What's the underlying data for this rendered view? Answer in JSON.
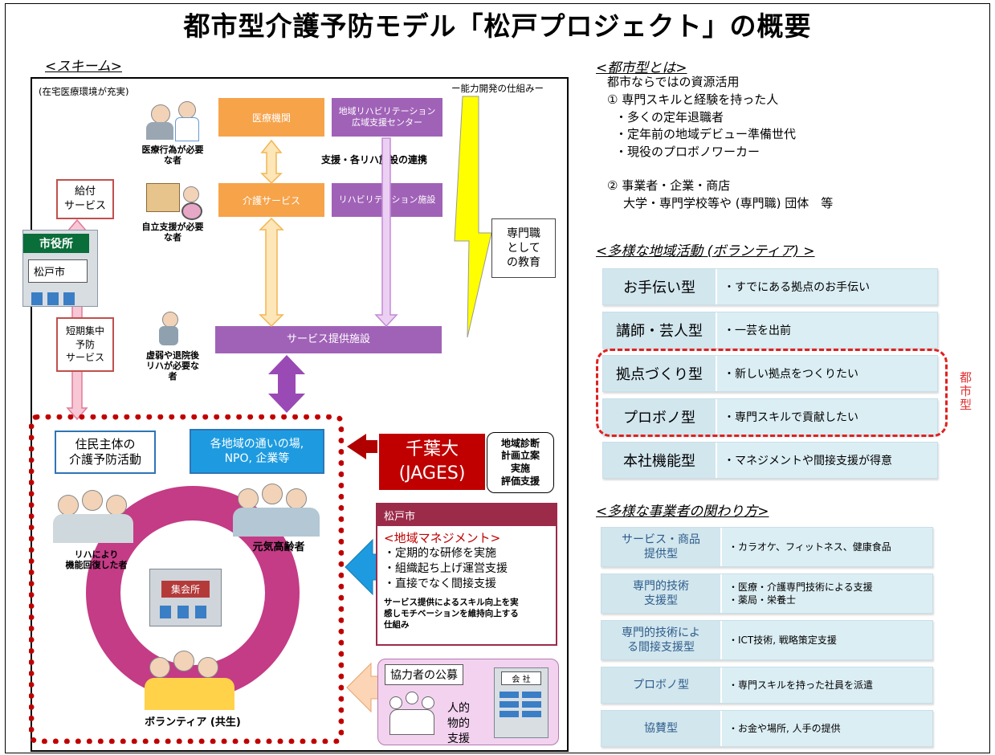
{
  "title": "都市型介護予防モデル「松戸プロジェクト」の概要",
  "scheme": {
    "heading": "<スキーム>",
    "medical_env": "(在宅医療環境が充実)",
    "capacity": "ー能力開発の仕組みー",
    "medical_inst": "医療機関",
    "rehab_center": "地域リハビリテーション\n広域支援センター",
    "support_link": "支援・各リハ施設の連携",
    "care_service": "介護サービス",
    "rehab_facility": "リハビリテーション施設",
    "service_facility": "サービス提供施設",
    "education": "専門職\nとして\nの教育",
    "benefit": "給付\nサービス",
    "short_term": "短期集中\n予防\nサービス",
    "city_hall_sign": "市役所",
    "city_name": "松戸市",
    "cap_medical": "医療行為が必要\nな者",
    "cap_independent": "自立支援が必要\nな者",
    "cap_frail": "虚弱や退院後\nリハが必要な\n者",
    "resident": "住民主体の\n介護予防活動",
    "places": "各地域の通いの場,\nNPO, 企業等",
    "chiba": "千葉大\n(JAGES)",
    "chiba_roles": "地域診断\n計画立案\n実施\n評価支援",
    "matsudo_header": "松戸市",
    "mgmt_title": "<地域マネジメント>",
    "mgmt_items": [
      "・定期的な研修を実施",
      "・組織起ち上げ運営支援",
      "・直接でなく間接支援"
    ],
    "mgmt_note": "サービス提供によるスキル向上を実\n感しモチベーションを維持向上する\n仕組み",
    "recruit": "協力者の公募",
    "company_sign": "会 社",
    "support_type": "人的\n物的\n支援",
    "rehab_recovered": "リハにより\n機能回復した者",
    "elderly": "元気高齢者",
    "meeting_hall": "集会所",
    "volunteer": "ボランティア (共生)"
  },
  "urban": {
    "heading": "<都市型とは>",
    "lines": [
      "都市ならではの資源活用",
      "① 専門スキルと経験を持った人",
      "・多くの定年退職者",
      "・定年前の地域デビュー準備世代",
      "・現役のプロボノワーカー",
      "",
      "② 事業者・企業・商店",
      "大学・専門学校等や (専門職) 団体　等"
    ]
  },
  "activities": {
    "heading": "<多様な地域活動 (ボランティア) >",
    "rows": [
      {
        "label": "お手伝い型",
        "desc": "・すでにある拠点のお手伝い"
      },
      {
        "label": "講師・芸人型",
        "desc": "・一芸を出前"
      },
      {
        "label": "拠点づくり型",
        "desc": "・新しい拠点をつくりたい"
      },
      {
        "label": "プロボノ型",
        "desc": "・専門スキルで貢献したい"
      },
      {
        "label": "本社機能型",
        "desc": "・マネジメントや間接支援が得意"
      }
    ],
    "urban_label": "都市型"
  },
  "business": {
    "heading": "<多様な事業者の関わり方>",
    "rows": [
      {
        "label": "サービス・商品\n提供型",
        "desc": "・カラオケ、フィットネス、健康食品"
      },
      {
        "label": "専門的技術\n支援型",
        "desc": "・医療・介護専門技術による支援\n・薬局・栄養士"
      },
      {
        "label": "専門的技術によ\nる間接支援型",
        "desc": "・ICT技術, 戦略策定支援"
      },
      {
        "label": "プロボノ型",
        "desc": "・専門スキルを持った社員を派遣"
      },
      {
        "label": "協賛型",
        "desc": "・お金や場所, 人手の提供"
      }
    ]
  },
  "colors": {
    "orange": "#f6a34a",
    "purple": "#a062b7",
    "dark_red": "#c00000",
    "blue": "#1e9be0",
    "pink_ring": "#c43b86",
    "row_bg": "#dbeef4"
  }
}
